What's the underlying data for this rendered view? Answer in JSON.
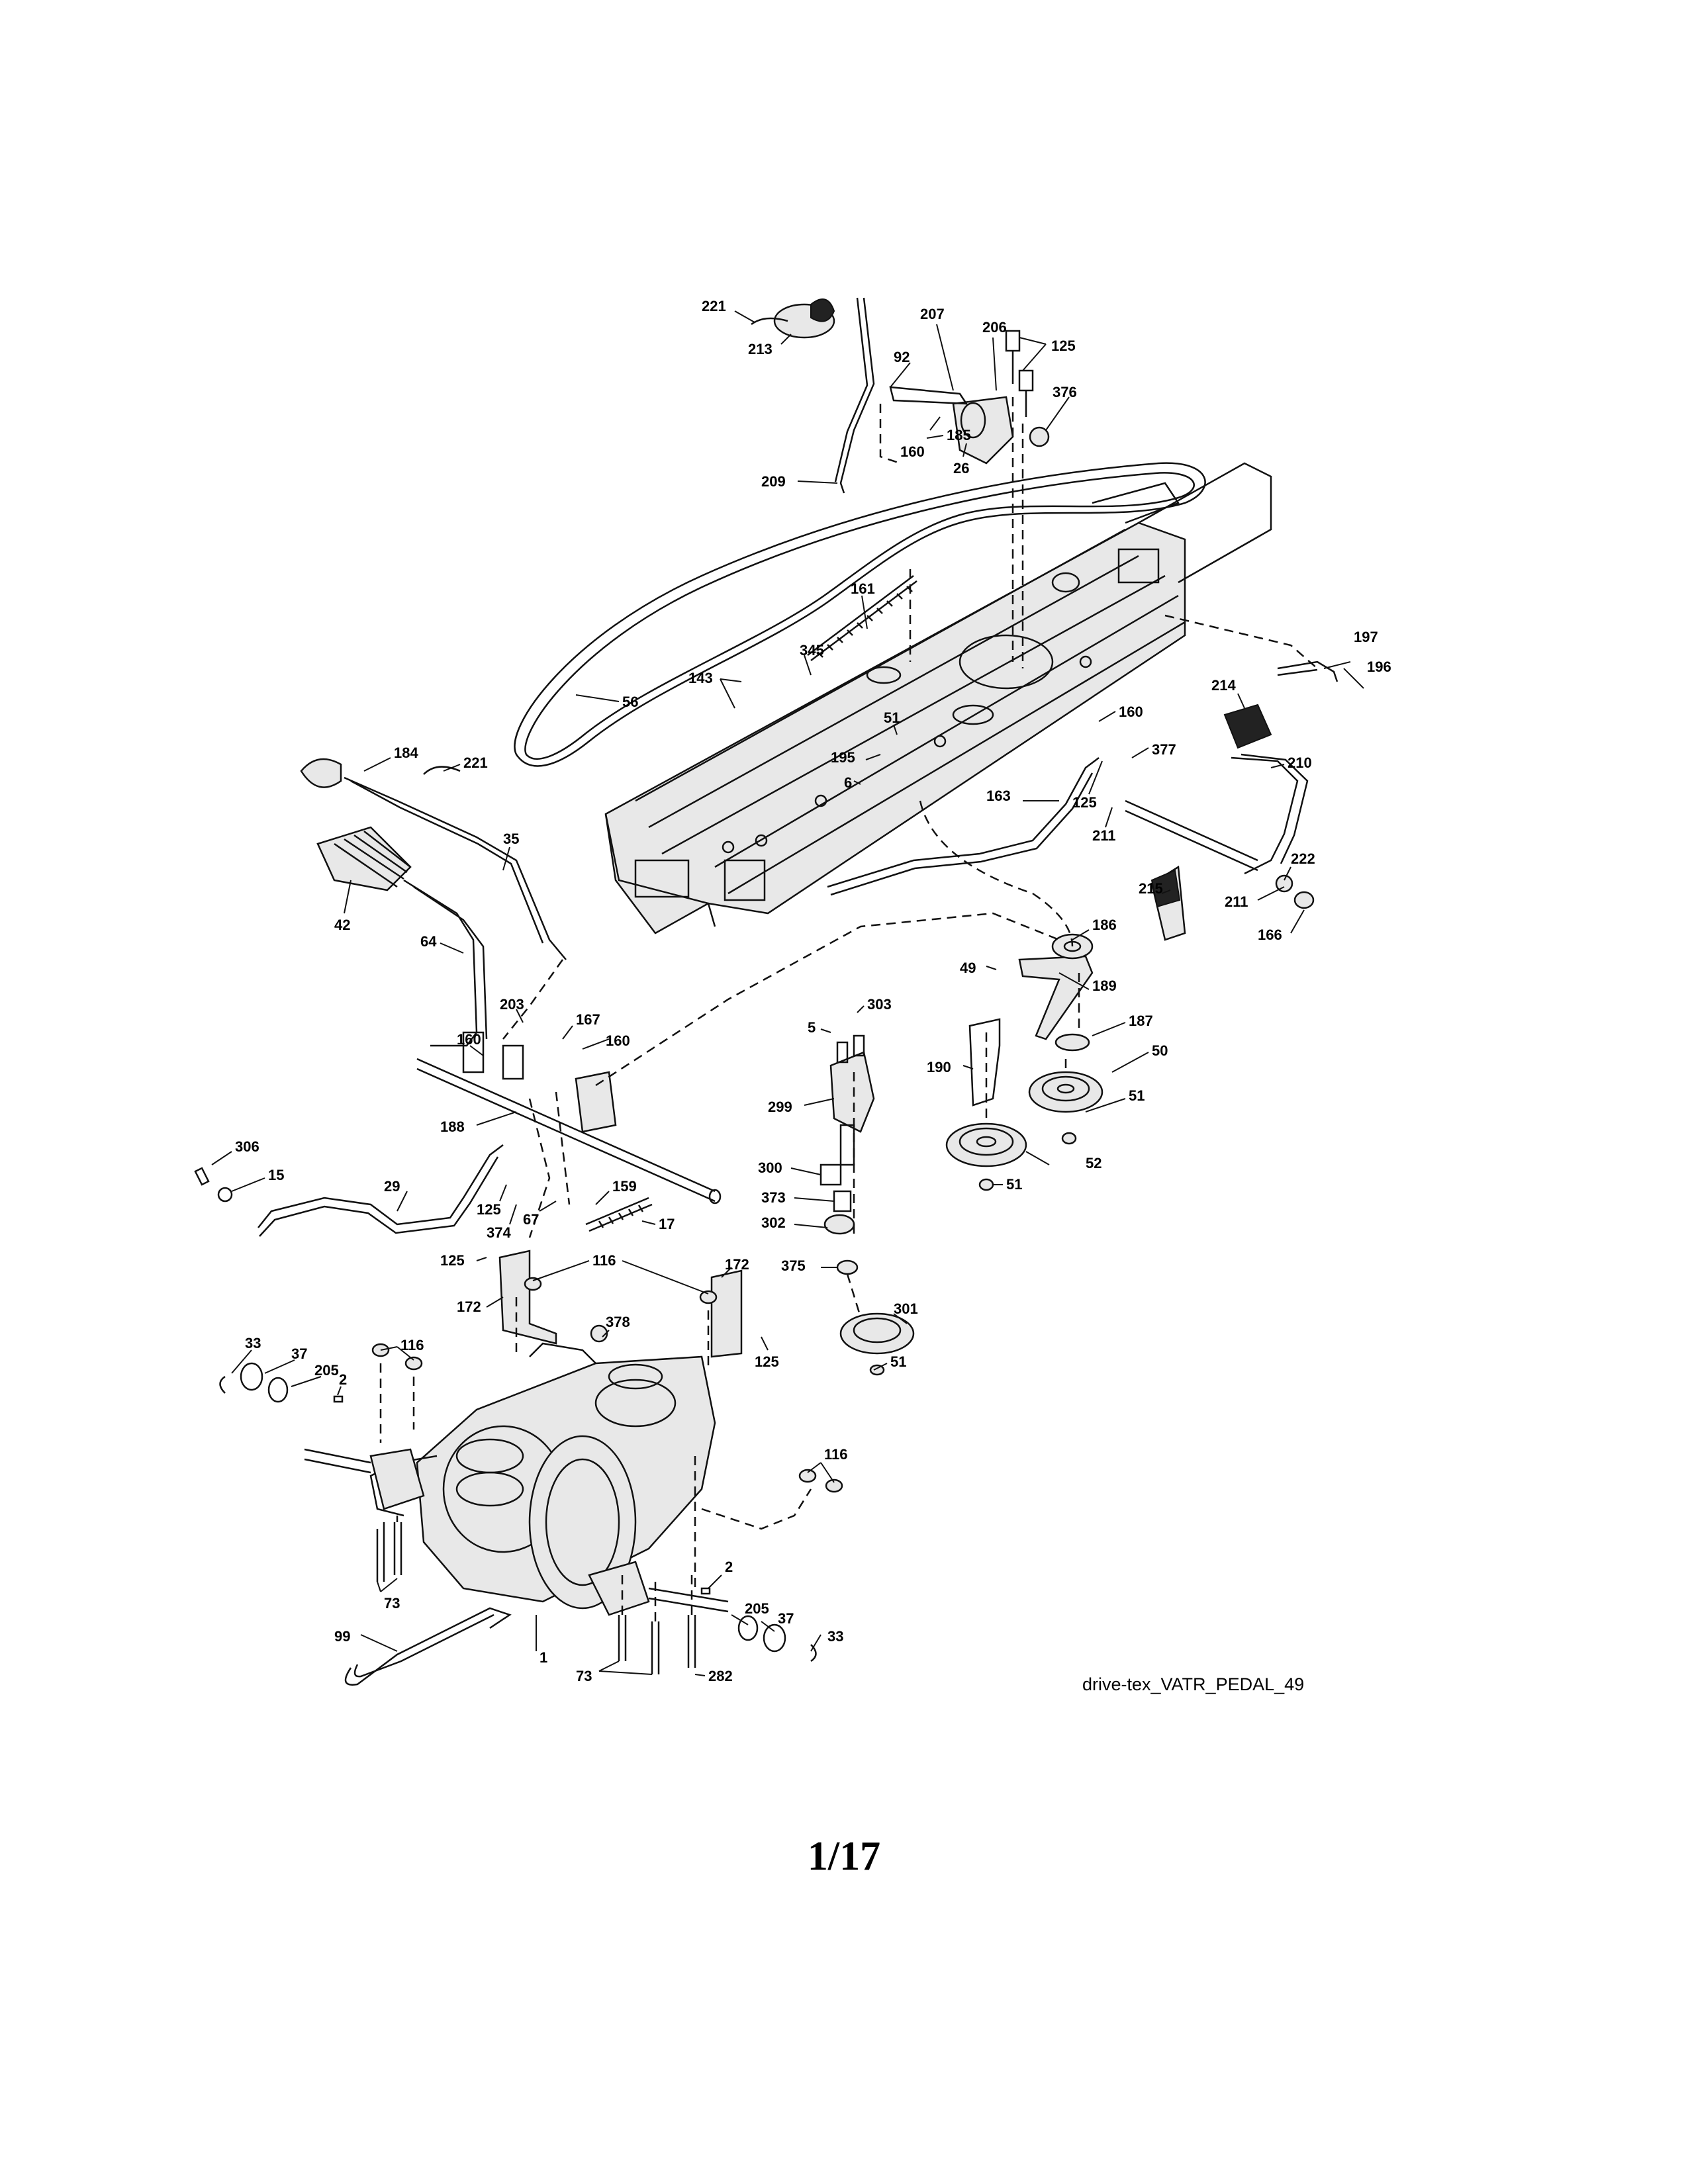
{
  "diagram_code": "drive-tex_VATR_PEDAL_49",
  "page_number": "1/17",
  "callouts": [
    {
      "id": "c221a",
      "text": "221"
    },
    {
      "id": "c213",
      "text": "213"
    },
    {
      "id": "c207",
      "text": "207"
    },
    {
      "id": "c206",
      "text": "206"
    },
    {
      "id": "c125a",
      "text": "125"
    },
    {
      "id": "c92",
      "text": "92"
    },
    {
      "id": "c376",
      "text": "376"
    },
    {
      "id": "c160a",
      "text": "160"
    },
    {
      "id": "c26",
      "text": "26"
    },
    {
      "id": "c209",
      "text": "209"
    },
    {
      "id": "c185",
      "text": "185"
    },
    {
      "id": "c161",
      "text": "161"
    },
    {
      "id": "c345",
      "text": "345"
    },
    {
      "id": "c143",
      "text": "143"
    },
    {
      "id": "c56",
      "text": "56"
    },
    {
      "id": "c51a",
      "text": "51"
    },
    {
      "id": "c195",
      "text": "195"
    },
    {
      "id": "c6",
      "text": "6"
    },
    {
      "id": "c197",
      "text": "197"
    },
    {
      "id": "c196",
      "text": "196"
    },
    {
      "id": "c214",
      "text": "214"
    },
    {
      "id": "c160b",
      "text": "160"
    },
    {
      "id": "c377",
      "text": "377"
    },
    {
      "id": "c210",
      "text": "210"
    },
    {
      "id": "c163",
      "text": "163"
    },
    {
      "id": "c125b",
      "text": "125"
    },
    {
      "id": "c211a",
      "text": "211"
    },
    {
      "id": "c184",
      "text": "184"
    },
    {
      "id": "c221b",
      "text": "221"
    },
    {
      "id": "c35",
      "text": "35"
    },
    {
      "id": "c222",
      "text": "222"
    },
    {
      "id": "c215",
      "text": "215"
    },
    {
      "id": "c211b",
      "text": "211"
    },
    {
      "id": "c166",
      "text": "166"
    },
    {
      "id": "c42",
      "text": "42"
    },
    {
      "id": "c64",
      "text": "64"
    },
    {
      "id": "c186",
      "text": "186"
    },
    {
      "id": "c49",
      "text": "49"
    },
    {
      "id": "c189",
      "text": "189"
    },
    {
      "id": "c303",
      "text": "303"
    },
    {
      "id": "c5",
      "text": "5"
    },
    {
      "id": "c203",
      "text": "203"
    },
    {
      "id": "c167",
      "text": "167"
    },
    {
      "id": "c160c",
      "text": "160"
    },
    {
      "id": "c160d",
      "text": "160"
    },
    {
      "id": "c187",
      "text": "187"
    },
    {
      "id": "c50",
      "text": "50"
    },
    {
      "id": "c190",
      "text": "190"
    },
    {
      "id": "c299",
      "text": "299"
    },
    {
      "id": "c51b",
      "text": "51"
    },
    {
      "id": "c188",
      "text": "188"
    },
    {
      "id": "c52",
      "text": "52"
    },
    {
      "id": "c51c",
      "text": "51"
    },
    {
      "id": "c306",
      "text": "306"
    },
    {
      "id": "c15",
      "text": "15"
    },
    {
      "id": "c300",
      "text": "300"
    },
    {
      "id": "c373",
      "text": "373"
    },
    {
      "id": "c29",
      "text": "29"
    },
    {
      "id": "c125c",
      "text": "125"
    },
    {
      "id": "c159",
      "text": "159"
    },
    {
      "id": "c374",
      "text": "374"
    },
    {
      "id": "c67",
      "text": "67"
    },
    {
      "id": "c17",
      "text": "17"
    },
    {
      "id": "c302",
      "text": "302"
    },
    {
      "id": "c125d",
      "text": "125"
    },
    {
      "id": "c116a",
      "text": "116"
    },
    {
      "id": "c172a",
      "text": "172"
    },
    {
      "id": "c375",
      "text": "375"
    },
    {
      "id": "c172b",
      "text": "172"
    },
    {
      "id": "c378",
      "text": "378"
    },
    {
      "id": "c125e",
      "text": "125"
    },
    {
      "id": "c301",
      "text": "301"
    },
    {
      "id": "c33a",
      "text": "33"
    },
    {
      "id": "c37a",
      "text": "37"
    },
    {
      "id": "c116b",
      "text": "116"
    },
    {
      "id": "c205a",
      "text": "205"
    },
    {
      "id": "c2a",
      "text": "2"
    },
    {
      "id": "c51d",
      "text": "51"
    },
    {
      "id": "c116c",
      "text": "116"
    },
    {
      "id": "c73a",
      "text": "73"
    },
    {
      "id": "c2b",
      "text": "2"
    },
    {
      "id": "c205b",
      "text": "205"
    },
    {
      "id": "c37b",
      "text": "37"
    },
    {
      "id": "c99",
      "text": "99"
    },
    {
      "id": "c33b",
      "text": "33"
    },
    {
      "id": "c1",
      "text": "1"
    },
    {
      "id": "c73b",
      "text": "73"
    },
    {
      "id": "c282",
      "text": "282"
    }
  ]
}
